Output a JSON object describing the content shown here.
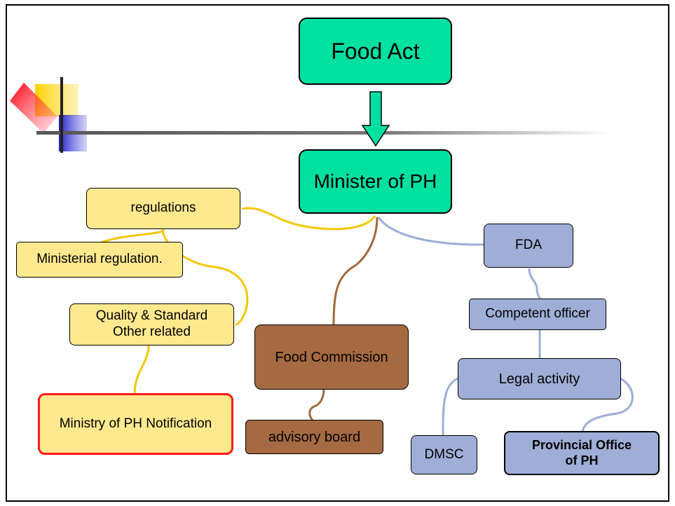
{
  "nodes": {
    "food_act": "Food Act",
    "minister": "Minister of PH",
    "regulations": "regulations",
    "ministerial_regulation": "Ministerial regulation.",
    "quality_standard_line1": "Quality & Standard",
    "quality_standard_line2": "Other related",
    "ministry_notification": "Ministry of PH Notification",
    "food_commission": "Food Commission",
    "advisory_board": "advisory board",
    "fda": "FDA",
    "competent_officer": "Competent officer",
    "legal_activity": "Legal activity",
    "dmsc": "DMSC",
    "provincial_line1": "Provincial Office",
    "provincial_line2": "of PH"
  },
  "colors": {
    "green": "#00e0a0",
    "yellow": "#ffe98f",
    "brown": "#a56a41",
    "blue": "#9eaed6",
    "yellow_line": "#f4c800",
    "brown_line": "#a06a3c",
    "blue_line": "#9aaed6",
    "red_border": "#ff1a1a"
  }
}
